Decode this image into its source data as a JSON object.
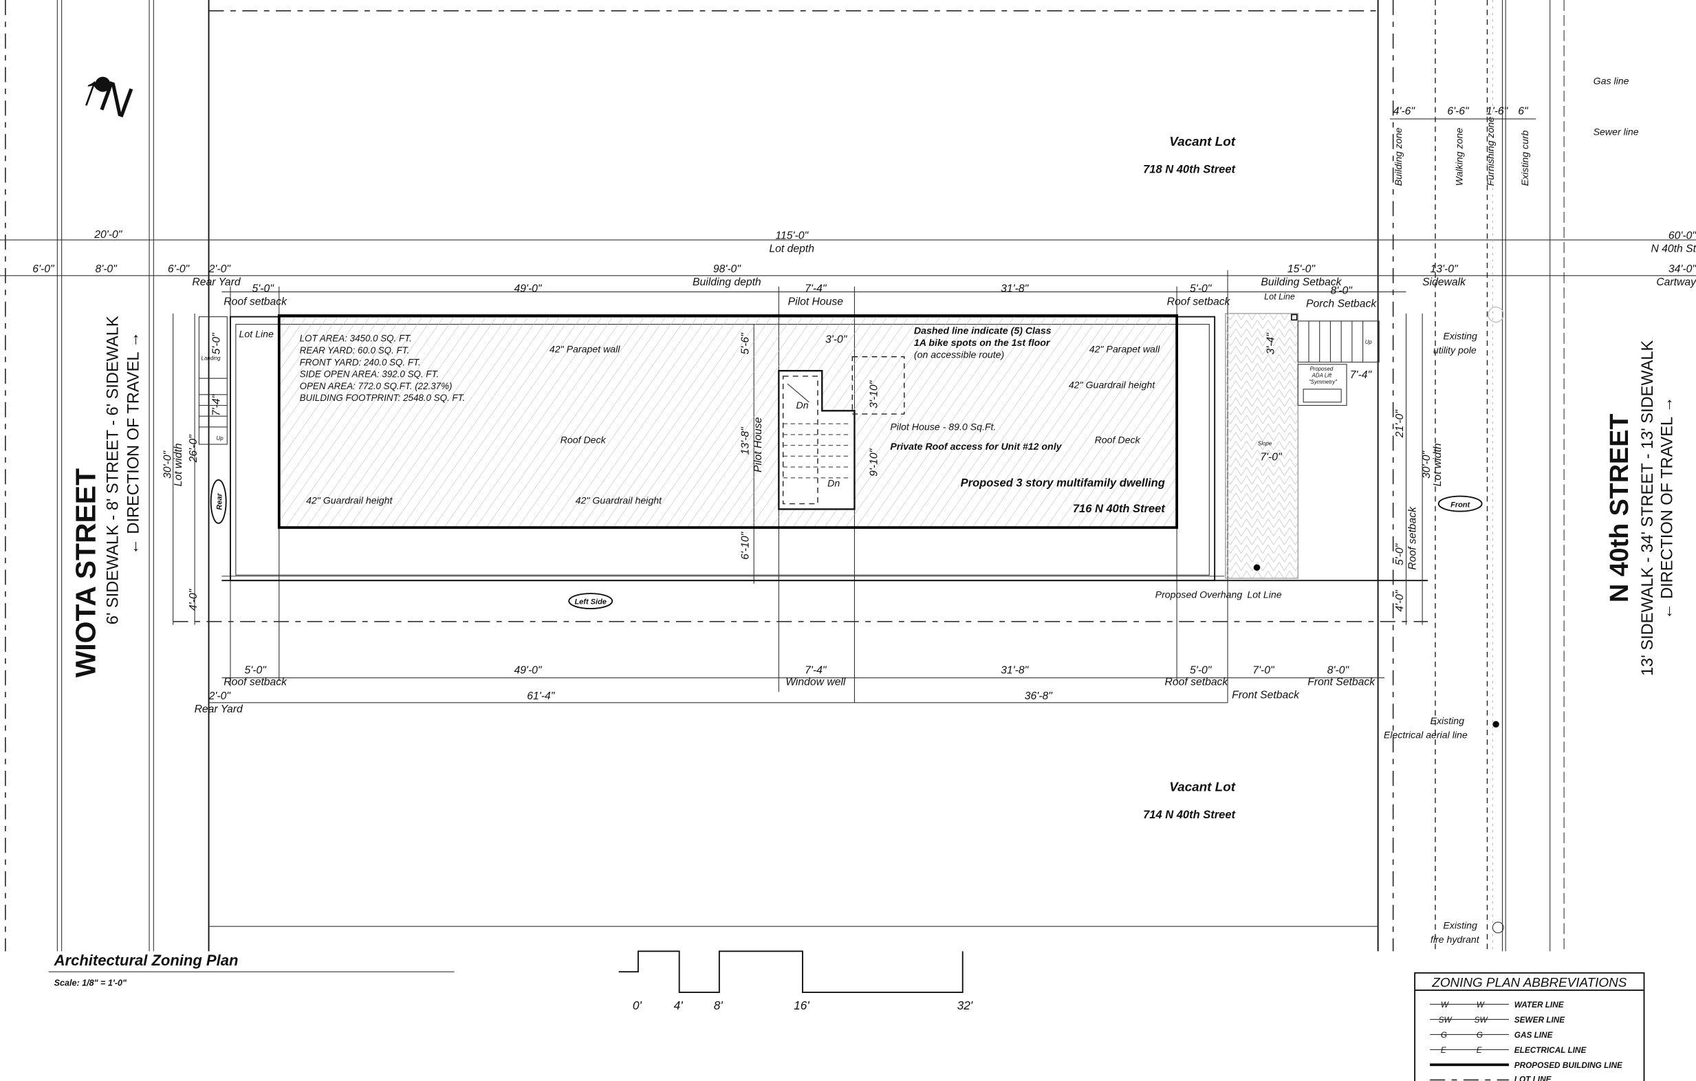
{
  "plan": {
    "title": "Architectural Zoning Plan",
    "scale": "Scale:  1/8\" = 1'-0\"",
    "north_icon": "north-arrow-icon"
  },
  "streets": {
    "left_name": "WIOTA STREET",
    "left_sub": "6' SIDEWALK - 8' STREET - 6' SIDEWALK",
    "left_travel": "← DIRECTION OF TRAVEL →",
    "right_name": "N 40th STREET",
    "right_sub": "13' SIDEWALK - 34' STREET - 13' SIDEWALK",
    "right_travel": "← DIRECTION OF TRAVEL →"
  },
  "neighbors": {
    "top_label": "Vacant Lot",
    "top_address": "718 N 40th Street",
    "bottom_label": "Vacant Lot",
    "bottom_address": "714 N 40th Street"
  },
  "site_stats": [
    "LOT AREA: 3450.0 SQ. FT.",
    "REAR YARD: 60.0 SQ. FT.",
    "FRONT YARD: 240.0 SQ. FT.",
    "SIDE OPEN AREA: 392.0 SQ. FT.",
    "OPEN AREA: 772.0 SQ.FT. (22.37%)",
    "BUILDING FOOTPRINT: 2548.0 SQ. FT."
  ],
  "building": {
    "name": "Proposed 3 story multifamily dwelling",
    "address": "716 N 40th Street",
    "pilot_note": "Pilot House - 89.0 Sq.Ft.",
    "roof_access": "Private Roof access for Unit #12 only",
    "bike_note_1": "Dashed line indicate (5) Class",
    "bike_note_2": "1A bike spots on the 1st floor",
    "bike_note_3": "(on accessible route)",
    "pilot_house": "Pilot House",
    "dn": "Dn"
  },
  "notes": {
    "parapet": "42\" Parapet wall",
    "guardrail": "42\" Guardrail height",
    "roof_deck": "Roof Deck",
    "lot_line": "Lot Line",
    "landing": "Landing",
    "up": "Up",
    "rear": "Rear",
    "front": "Front",
    "left_side": "Left Side",
    "slope": "Slope",
    "overhang": "Proposed Overhang",
    "ada_1": "Proposed",
    "ada_2": "ADA Lift",
    "ada_3": "\"Symmetry\"",
    "utility_1": "Existing",
    "utility_2": "utility pole",
    "elec_1": "Existing",
    "elec_2": "Electrical aerial line",
    "hydrant_1": "Existing",
    "hydrant_2": "fire hydrant",
    "gas": "Gas line",
    "sewer": "Sewer line",
    "building_zone": "Building zone",
    "walking_zone": "Walking zone",
    "furnishing_zone": "Furnishing zone",
    "existing_curb": "Existing curb"
  },
  "dims": {
    "d20": "20'-0\"",
    "d6a": "6'-0\"",
    "d8a": "8'-0\"",
    "d6b": "6'-0\"",
    "d2a": "2'-0\"",
    "rear_yard": "Rear Yard",
    "lot_depth_v": "115'-0\"",
    "lot_depth": "Lot depth",
    "bld_depth_v": "98'-0\"",
    "bld_depth": "Building depth",
    "roof_sb_v": "5'-0\"",
    "roof_sb": "Roof setback",
    "d49": "49'-0\"",
    "d74": "7'-4\"",
    "pilot": "Pilot House",
    "d318": "31'-8\"",
    "d15": "15'-0\"",
    "bld_setback": "Building Setback",
    "d8b": "8'-0\"",
    "porch_setback": "Porch Setback",
    "d13": "13'-0\"",
    "sidewalk": "Sidewalk",
    "d60": "60'-0\"",
    "n40": "N 40th St",
    "d34": "34'-0\"",
    "cartway": "Cartway",
    "z46": "4'-6\"",
    "z66": "6'-6\"",
    "z16": "1'-6\"",
    "z6": "6\"",
    "d56": "5'-6\"",
    "d30": "3'-0\"",
    "d310": "3'-10\"",
    "d138": "13'-8\"",
    "d910": "9'-10\"",
    "d610": "6'-10\"",
    "d34b": "3'-4\"",
    "d74b": "7'-4\"",
    "d21": "21'-0\"",
    "d70": "7'-0\"",
    "d5v": "5'-0\"",
    "d4v": "4'-0\"",
    "d30v": "30'-0\"",
    "lot_width": "Lot width",
    "d26": "26'-0\"",
    "d4l": "4'-0\"",
    "d5l": "5'-0\"",
    "d74l": "7'-4\"",
    "window_well": "Window well",
    "d613": "61'-4\"",
    "d368": "36'-8\"",
    "d78": "7'-0\"",
    "front_setback": "Front Setback"
  },
  "scale_bar": [
    "0'",
    "4'",
    "8'",
    "16'",
    "32'"
  ],
  "legend": {
    "title": "ZONING PLAN ABBREVIATIONS",
    "items": [
      {
        "code": "W",
        "label": "WATER LINE"
      },
      {
        "code": "SW",
        "label": "SEWER LINE"
      },
      {
        "code": "G",
        "label": "GAS LINE"
      },
      {
        "code": "E",
        "label": "ELECTRICAL LINE"
      },
      {
        "code": "",
        "label": "PROPOSED BUILDING LINE"
      },
      {
        "code": "",
        "label": "LOT LINE"
      }
    ]
  }
}
